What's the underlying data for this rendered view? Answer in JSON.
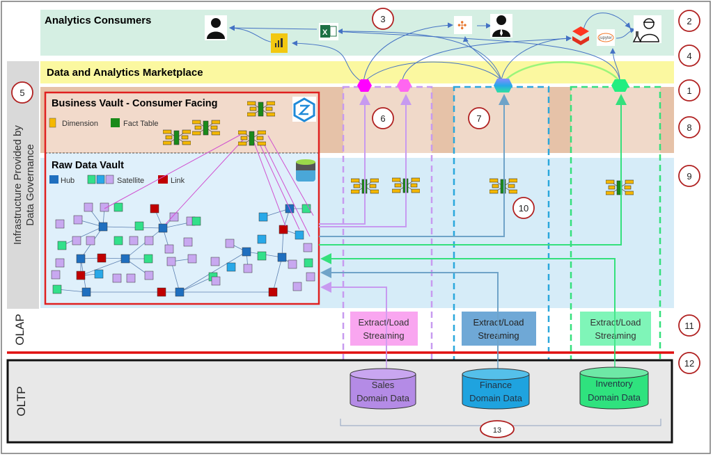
{
  "bands": {
    "consumers": "Analytics Consumers",
    "marketplace": "Data and Analytics Marketplace",
    "business_vault": "Business Vault - Consumer Facing",
    "raw_vault": "Raw Data Vault",
    "infrastructure_line1": "Infrastructure Provided by",
    "infrastructure_line2": "Data Governance",
    "olap": "OLAP",
    "oltp": "OLTP"
  },
  "legend": {
    "dimension": "Dimension",
    "fact_table": "Fact Table",
    "hub": "Hub",
    "satellite": "Satellite",
    "link": "Link"
  },
  "pipelines": [
    {
      "line1": "Extract/Load",
      "line2": "Streaming",
      "color": "#f9a6f0"
    },
    {
      "line1": "Extract/Load",
      "line2": "Streaming",
      "color": "#6fa8d6"
    },
    {
      "line1": "Extract/Load",
      "line2": "Streaming",
      "color": "#7ff5b8"
    }
  ],
  "sources": [
    {
      "line1": "Sales",
      "line2": "Domain Data",
      "color": "#b48be6"
    },
    {
      "line1": "Finance",
      "line2": "Domain Data",
      "color": "#1fa3df"
    },
    {
      "line1": "Inventory",
      "line2": "Domain Data",
      "color": "#2fe27e"
    }
  ],
  "markers": [
    "1",
    "2",
    "3",
    "4",
    "5",
    "6",
    "7",
    "8",
    "9",
    "10",
    "11",
    "12",
    "13"
  ],
  "colors": {
    "hub": "#1f6fbf",
    "link": "#c00000",
    "satellite_green": "#33e08a",
    "satellite_blue": "#28a8e8",
    "satellite_purple": "#c8a8f0",
    "dimension": "#f5b800",
    "fact": "#1a8a1a",
    "sales_domain": "#c79af0",
    "finance_domain": "#2aa7dc",
    "inventory_domain": "#34e07c"
  },
  "icons": [
    "analyst-person-icon",
    "excel-icon",
    "power-bi-icon",
    "tableau-icon",
    "businessman-icon",
    "databricks-icon",
    "jupyter-icon",
    "data-scientist-icon",
    "azure-synapse-icon",
    "database-icon"
  ],
  "jupyter_label": "jupyter"
}
